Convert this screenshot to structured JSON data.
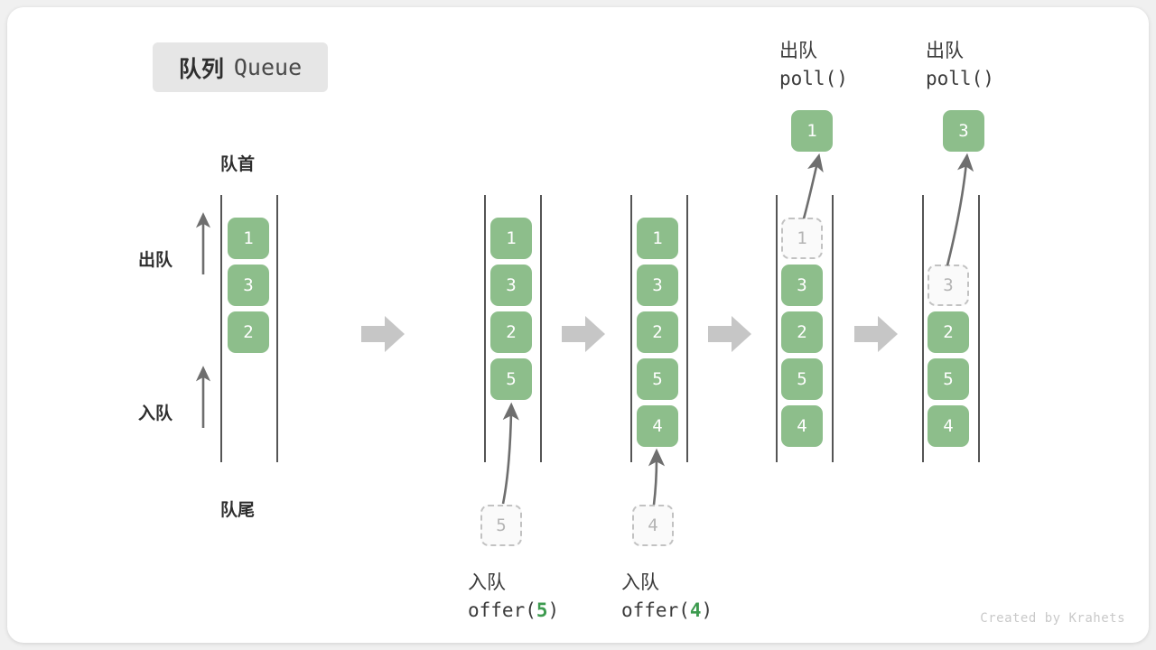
{
  "title": {
    "cn": "队列",
    "en": "Queue"
  },
  "legend": {
    "front_label": "队首",
    "rear_label": "队尾",
    "dequeue_label": "出队",
    "enqueue_label": "入队"
  },
  "watermark": "Created by Krahets",
  "colors": {
    "cell_green": "#8dbe8b",
    "cell_text": "#ffffff",
    "ghost_border": "#c2c2c2",
    "ghost_text": "#b4b4b4",
    "rail": "#555555",
    "arrow_grey": "#c6c6c6",
    "curve_arrow": "#6e6e6e",
    "badge_bg": "#e6e6e6",
    "code_arg_green": "#3d9b4f",
    "card_bg": "#ffffff",
    "page_bg": "#f0f0f0"
  },
  "stages": [
    {
      "id": "stage-initial",
      "cells": [
        {
          "value": "1",
          "state": "filled"
        },
        {
          "value": "3",
          "state": "filled"
        },
        {
          "value": "2",
          "state": "filled"
        }
      ],
      "incoming": null,
      "popped": null,
      "caption_cn": null,
      "caption_code": null,
      "top_label_cn": null,
      "top_label_code": null
    },
    {
      "id": "stage-offer-5",
      "cells": [
        {
          "value": "1",
          "state": "filled"
        },
        {
          "value": "3",
          "state": "filled"
        },
        {
          "value": "2",
          "state": "filled"
        },
        {
          "value": "5",
          "state": "filled"
        }
      ],
      "incoming": {
        "value": "5",
        "state": "ghost"
      },
      "popped": null,
      "caption_cn": "入队",
      "caption_code_prefix": "offer(",
      "caption_code_arg": "5",
      "caption_code_suffix": ")",
      "top_label_cn": null,
      "top_label_code": null
    },
    {
      "id": "stage-offer-4",
      "cells": [
        {
          "value": "1",
          "state": "filled"
        },
        {
          "value": "3",
          "state": "filled"
        },
        {
          "value": "2",
          "state": "filled"
        },
        {
          "value": "5",
          "state": "filled"
        },
        {
          "value": "4",
          "state": "filled"
        }
      ],
      "incoming": {
        "value": "4",
        "state": "ghost"
      },
      "popped": null,
      "caption_cn": "入队",
      "caption_code_prefix": "offer(",
      "caption_code_arg": "4",
      "caption_code_suffix": ")",
      "top_label_cn": null,
      "top_label_code": null
    },
    {
      "id": "stage-poll-1",
      "cells": [
        {
          "value": "1",
          "state": "ghost"
        },
        {
          "value": "3",
          "state": "filled"
        },
        {
          "value": "2",
          "state": "filled"
        },
        {
          "value": "5",
          "state": "filled"
        },
        {
          "value": "4",
          "state": "filled"
        }
      ],
      "incoming": null,
      "popped": {
        "value": "1",
        "state": "filled"
      },
      "caption_cn": null,
      "caption_code": null,
      "top_label_cn": "出队",
      "top_label_code": "poll()"
    },
    {
      "id": "stage-poll-3",
      "cells": [
        {
          "value": "",
          "state": "empty"
        },
        {
          "value": "3",
          "state": "ghost"
        },
        {
          "value": "2",
          "state": "filled"
        },
        {
          "value": "5",
          "state": "filled"
        },
        {
          "value": "4",
          "state": "filled"
        }
      ],
      "incoming": null,
      "popped": {
        "value": "3",
        "state": "filled"
      },
      "caption_cn": null,
      "caption_code": null,
      "top_label_cn": "出队",
      "top_label_code": "poll()"
    }
  ],
  "transition_arrow_count": 4
}
